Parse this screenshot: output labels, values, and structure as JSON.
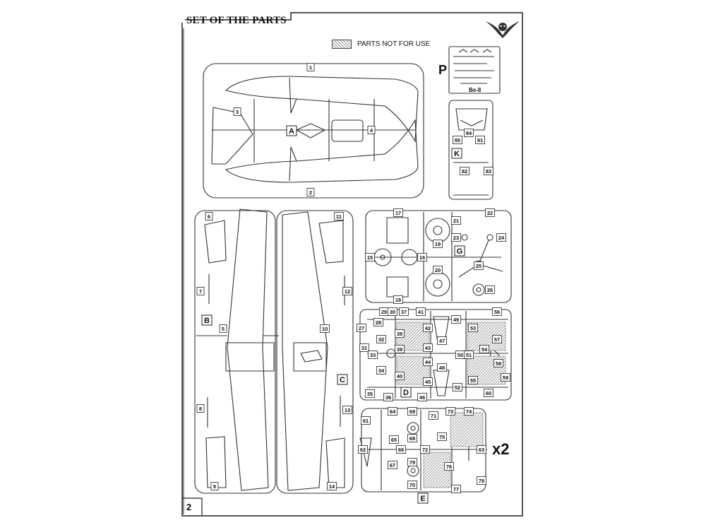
{
  "page": {
    "title": "SET OF THE PARTS",
    "legend_label": "PARTS NOT FOR USE",
    "page_number": "2",
    "multiplier": "x2",
    "photoetch_letter": "P",
    "photoetch_caption": "Be-8"
  },
  "sprues": {
    "A": [
      "1",
      "2",
      "3",
      "4"
    ],
    "B": [
      "5",
      "6",
      "7",
      "8",
      "9"
    ],
    "C": [
      "10",
      "11",
      "12",
      "13",
      "14"
    ],
    "K": [
      "80",
      "81",
      "82",
      "83",
      "84"
    ],
    "G": [
      "15",
      "16",
      "17",
      "18",
      "19",
      "20",
      "21",
      "22",
      "23",
      "24",
      "25",
      "26"
    ],
    "D": [
      "27",
      "28",
      "29",
      "30",
      "31",
      "32",
      "33",
      "34",
      "35",
      "36",
      "37",
      "38",
      "39",
      "40",
      "41",
      "42",
      "43",
      "44",
      "45",
      "46",
      "47",
      "48",
      "49",
      "50",
      "51",
      "52",
      "53",
      "54",
      "55",
      "56",
      "57",
      "58",
      "59",
      "60"
    ],
    "E": [
      "61",
      "62",
      "63",
      "64",
      "65",
      "66",
      "67",
      "68",
      "69",
      "70",
      "71",
      "72",
      "73",
      "74",
      "75",
      "76",
      "77",
      "78",
      "79"
    ]
  }
}
